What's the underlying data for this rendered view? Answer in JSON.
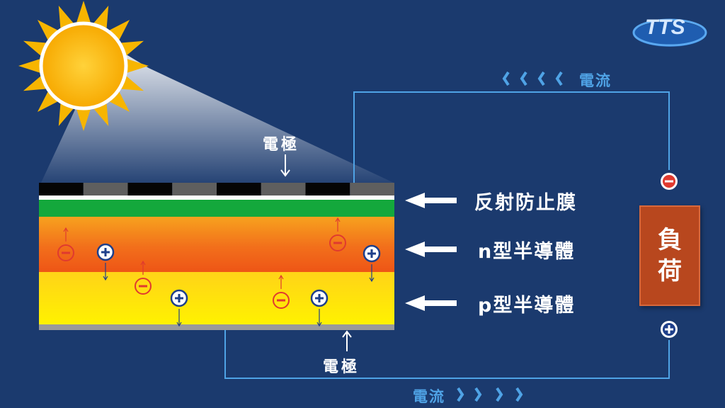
{
  "labels": {
    "top_electrode": "電極",
    "bottom_electrode": "電極",
    "anti_reflection": "反射防止膜",
    "n_type": "n型半導體",
    "p_type": "p型半導體",
    "current_top": "電流",
    "current_bottom": "電流",
    "load_line1": "負",
    "load_line2": "荷",
    "logo": "TTS"
  },
  "charges": {
    "minus_symbol": "−",
    "plus_symbol": "+"
  },
  "colors": {
    "background": "#1b3a6e",
    "sun": "#f7b500",
    "n_layer": "#f26a1b",
    "p_layer": "#ffe600",
    "ar_film": "#14a83c",
    "load": "#b8471e",
    "wire": "#4fa3e6",
    "electron": "#e03a2f",
    "hole": "#1e3f8a"
  },
  "icons": [
    "sun-icon",
    "logo-icon",
    "arrow-left-icon",
    "minus-terminal-icon",
    "plus-terminal-icon"
  ]
}
